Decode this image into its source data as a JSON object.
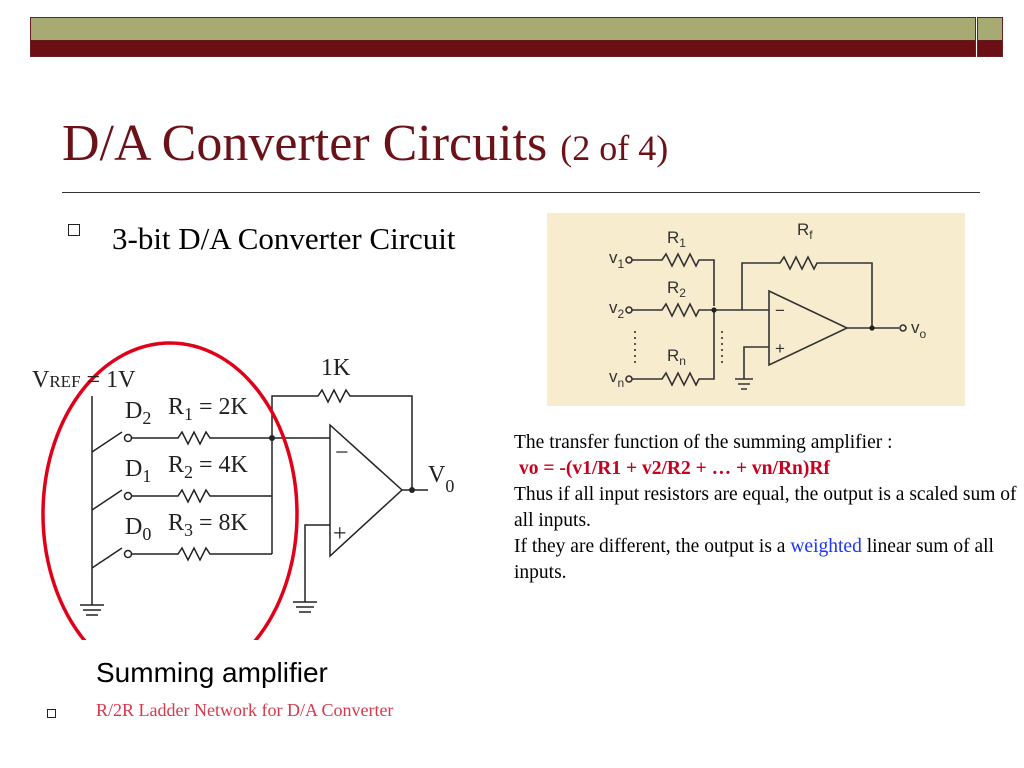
{
  "slide": {
    "title_main": "D/A Converter Circuits",
    "title_sub": "(2 of 4)",
    "bullet": "3-bit D/A Converter Circuit",
    "caption": "Summing amplifier",
    "link": "R/2R Ladder Network for D/A Converter"
  },
  "description": {
    "line1": "The transfer function of the summing amplifier :",
    "equation": "vo = -(v1/R1  +  v2/R2  +  …  +  vn/Rn)Rf",
    "line3": "Thus if all input resistors are equal, the output is a scaled sum of all inputs.",
    "line4_pre": "If they are different, the output is a ",
    "line4_highlight": "weighted",
    "line4_post": " linear sum of all inputs."
  },
  "general_circuit": {
    "labels": {
      "r1": "R",
      "r1_sub": "1",
      "r2": "R",
      "r2_sub": "2",
      "rn": "R",
      "rn_sub": "n",
      "rf": "R",
      "rf_sub": "f",
      "v1": "v",
      "v1_sub": "1",
      "v2": "v",
      "v2_sub": "2",
      "vn": "v",
      "vn_sub": "n",
      "vo": "v",
      "vo_sub": "o",
      "minus": "−",
      "plus": "+"
    },
    "colors": {
      "background": "#f7ecce",
      "ink": "#333333"
    }
  },
  "dac_circuit": {
    "labels": {
      "vref": "V",
      "vref_sub": "REF",
      "vref_val": " = 1V",
      "rf": "1K",
      "d2": "D",
      "d2_sub": "2",
      "d1": "D",
      "d1_sub": "1",
      "d0": "D",
      "d0_sub": "0",
      "r1": "R",
      "r1_sub": "1",
      "r1_val": " = 2K",
      "r2": "R",
      "r2_sub": "2",
      "r2_val": " = 4K",
      "r3": "R",
      "r3_sub": "3",
      "r3_val": " = 8K",
      "v0": "V",
      "v0_sub": "0",
      "minus": "−",
      "plus": "+"
    },
    "colors": {
      "highlight_circle": "#e0001a",
      "ink": "#222222"
    }
  },
  "theme": {
    "title_color": "#6b1118",
    "band_maroon": "#6b0f15",
    "band_olive": "#a8aa73",
    "equation_color": "#c8001e",
    "highlight_color": "#1a34ff",
    "link_color": "#d9374a"
  }
}
